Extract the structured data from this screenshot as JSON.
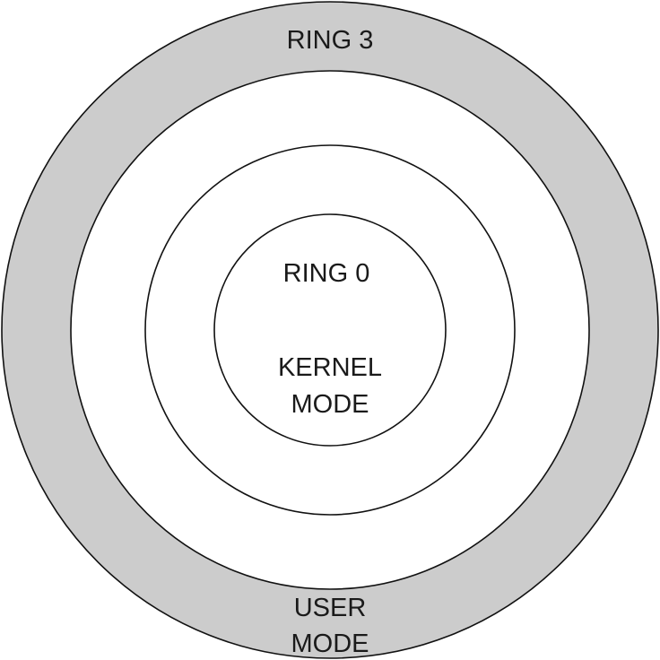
{
  "diagram": {
    "rings": {
      "outer_label": "RING 3",
      "outer_mode_line1": "USER",
      "outer_mode_line2": "MODE",
      "inner_label": "RING 0",
      "inner_mode_line1": "KERNEL",
      "inner_mode_line2": "MODE"
    },
    "colors": {
      "outer_band": "#cccccc",
      "inner_fill": "#ffffff",
      "stroke": "#111111"
    }
  }
}
